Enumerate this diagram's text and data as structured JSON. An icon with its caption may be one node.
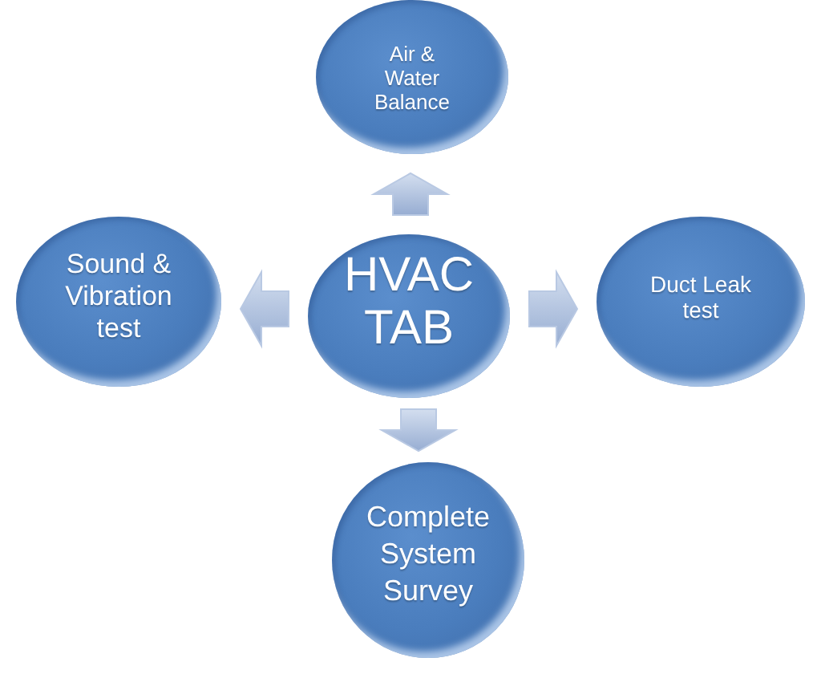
{
  "diagram": {
    "nodes": [
      {
        "text": [
          "Air & Water Balance"
        ]
      },
      {
        "text": [
          "Sound & Vibration test"
        ]
      },
      {
        "text": [
          "HVAC TAB"
        ]
      },
      {
        "text": [
          "Duct Leak test"
        ]
      },
      {
        "text": [
          "Complete System Survey"
        ]
      }
    ],
    "edges": [
      {
        "from": 2,
        "to": 0,
        "arrow": "to"
      },
      {
        "from": 2,
        "to": 1,
        "arrow": "to"
      },
      {
        "from": 2,
        "to": 3,
        "arrow": "to"
      },
      {
        "from": 2,
        "to": 4,
        "arrow": "to"
      }
    ]
  }
}
